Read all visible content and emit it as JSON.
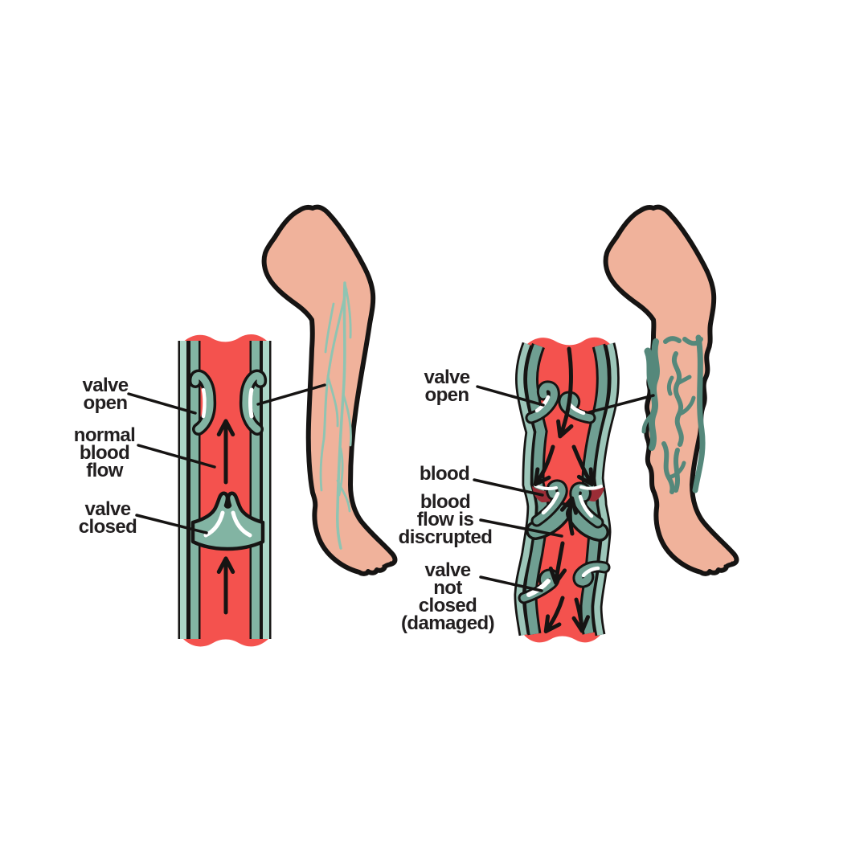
{
  "colors": {
    "background": "#ffffff",
    "blood-red": "#f4524e",
    "pooled-blood": "#9b2d36",
    "vein-wall-teal": "#82b4a3",
    "vein-wall-light": "#abd6c7",
    "varicose-wall-teal": "#6f9f92",
    "varicose-wall-light": "#9cc6b9",
    "skin": "#f0b29b",
    "leg-vein-normal": "#8fc4b2",
    "leg-vein-varicose": "#55887b",
    "outline": "#161413",
    "label-text": "#221f20",
    "highlight": "#ffffff"
  },
  "left_diagram": {
    "labels": {
      "valve_open": {
        "lines": [
          "valve",
          "open"
        ]
      },
      "normal_blood_flow": {
        "lines": [
          "normal",
          "blood",
          "flow"
        ]
      },
      "valve_closed": {
        "lines": [
          "valve",
          "closed"
        ]
      }
    }
  },
  "right_diagram": {
    "labels": {
      "valve_open": {
        "lines": [
          "valve",
          "open"
        ]
      },
      "blood": {
        "lines": [
          "blood"
        ]
      },
      "blood_flow_disrupted": {
        "lines": [
          "blood",
          "flow is",
          "discrupted"
        ]
      },
      "valve_not_closed": {
        "lines": [
          "valve",
          "not",
          "closed",
          "(damaged)"
        ]
      }
    }
  }
}
